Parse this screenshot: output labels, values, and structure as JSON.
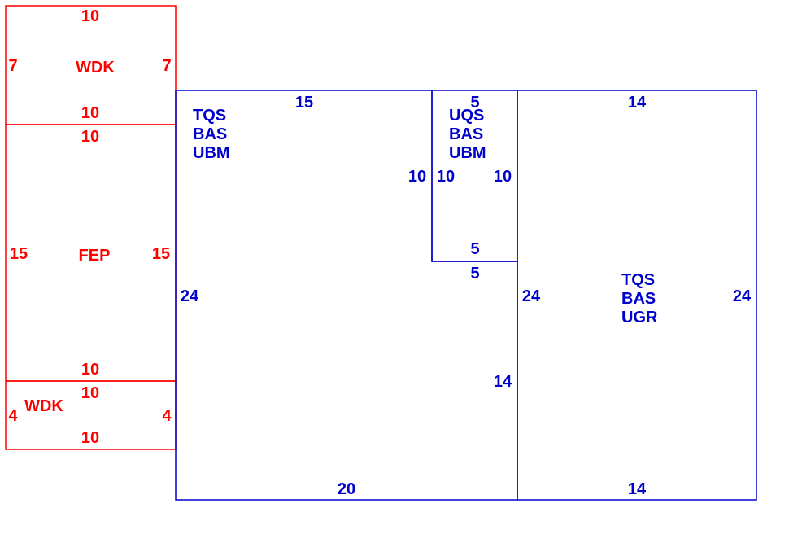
{
  "colors": {
    "secondary": "#ff0000",
    "main": "#0000cc"
  },
  "areas": {
    "wdk_top": "WDK",
    "fep": "FEP",
    "wdk_bottom": "WDK",
    "main_left": [
      "TQS",
      "BAS",
      "UBM"
    ],
    "small_room": [
      "UQS",
      "BAS",
      "UBM"
    ],
    "main_right": [
      "TQS",
      "BAS",
      "UGR"
    ]
  },
  "dimensions": {
    "wdk_top": {
      "top": "10",
      "bottom": "10",
      "left": "7",
      "right": "7"
    },
    "fep": {
      "top": "10",
      "bottom": "10",
      "left": "15",
      "right": "15"
    },
    "wdk_bottom": {
      "top": "10",
      "bottom": "10",
      "left": "4",
      "right": "4"
    },
    "main_left": {
      "top": "15",
      "bottom": "20",
      "left": "24",
      "right_lower": "14"
    },
    "small_room": {
      "top": "5",
      "left": "10",
      "inner_left": "10",
      "right": "10",
      "bottom": "5",
      "below": "5"
    },
    "main_right": {
      "top": "14",
      "bottom": "14",
      "left": "24",
      "right": "24"
    }
  }
}
